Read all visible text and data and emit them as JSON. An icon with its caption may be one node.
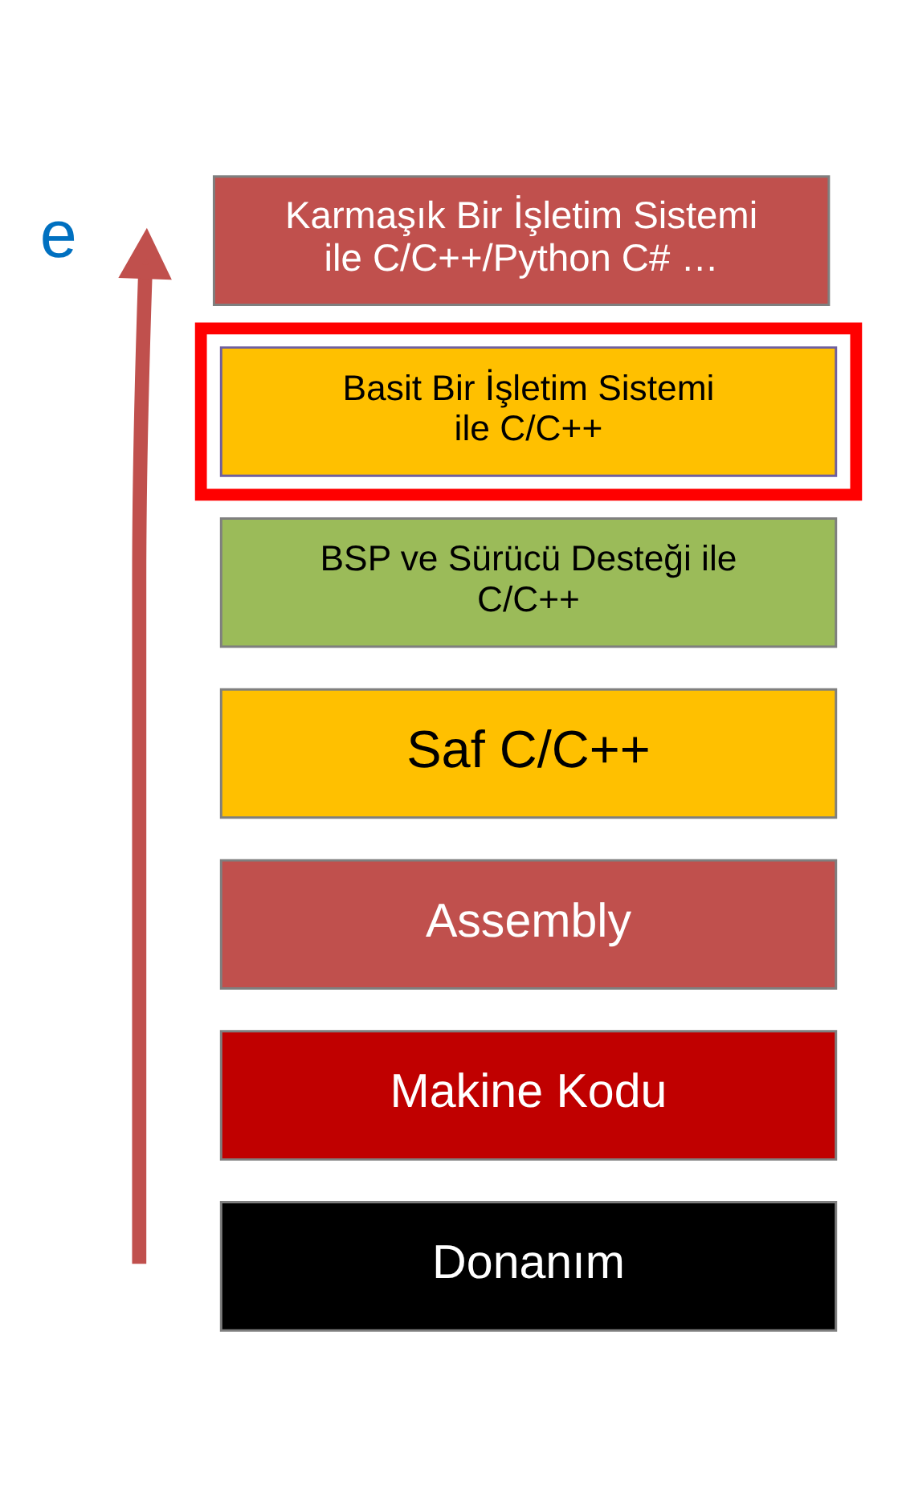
{
  "diagram": {
    "nodes": [
      {
        "text": [
          "Karmaşık Bir İşletim Sistemi ile C/C++/Python C# …"
        ]
      },
      {
        "text": [],
        "shape": "box"
      },
      {
        "text": [
          "Basit Bir İşletim Sistemi ile C/C++"
        ],
        "in": 1
      },
      {
        "text": [
          "BSP ve Sürücü Desteği ile C/C++"
        ]
      },
      {
        "text": [
          "Saf C/C++"
        ]
      },
      {
        "text": [
          "Assembly"
        ]
      },
      {
        "text": [
          "Makine Kodu"
        ]
      },
      {
        "text": [
          "Donanım"
        ]
      }
    ],
    "edges": [],
    "labels": [
      "e"
    ]
  }
}
